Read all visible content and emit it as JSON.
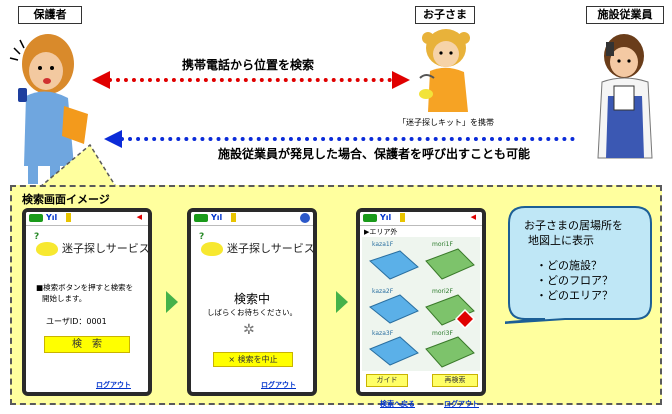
{
  "top": {
    "guardian_label": "保護者",
    "child_label": "お子さま",
    "staff_label": "施設従業員",
    "search_arrow_text": "携帯電話から位置を検索",
    "kit_caption": "「迷子探しキット」を携帯",
    "staff_arrow_text": "施設従業員が発見した場合、保護者を呼び出すことも可能"
  },
  "panel": {
    "title": "検索画面イメージ"
  },
  "screen1": {
    "service_name": "迷子探しサービス",
    "instruction_line1": "■検索ボタンを押すと検索を",
    "instruction_line2": "開始します。",
    "user_id": "ユーザID：0001",
    "search_button": "検　索",
    "logout": "ログアウト"
  },
  "screen2": {
    "service_name": "迷子探しサービス",
    "status": "検索中",
    "wait_text": "しばらくお待ちください。",
    "stop_button": "× 検索を中止",
    "logout": "ログアウト"
  },
  "screen3": {
    "area_header": "エリア外",
    "map_labels": [
      "kaza1F",
      "mori1F",
      "kaza2F",
      "mori2F",
      "kaza3F",
      "mori3F"
    ],
    "guide_button": "ガイド",
    "research_button": "再検索",
    "back_link": "検索へ戻る",
    "logout": "ログアウト"
  },
  "bubble": {
    "line1": "お子さまの居場所を",
    "line2": "地図上に表示",
    "item1": "・どの施設？",
    "item2": "・どのフロア？",
    "item3": "・どのエリア？"
  },
  "colors": {
    "red_arrow": "#e00000",
    "blue_arrow": "#0b2bd8",
    "panel_bg": "#ffff9e",
    "step_arrow": "#45b24a",
    "button_yellow": "#ffff00"
  }
}
